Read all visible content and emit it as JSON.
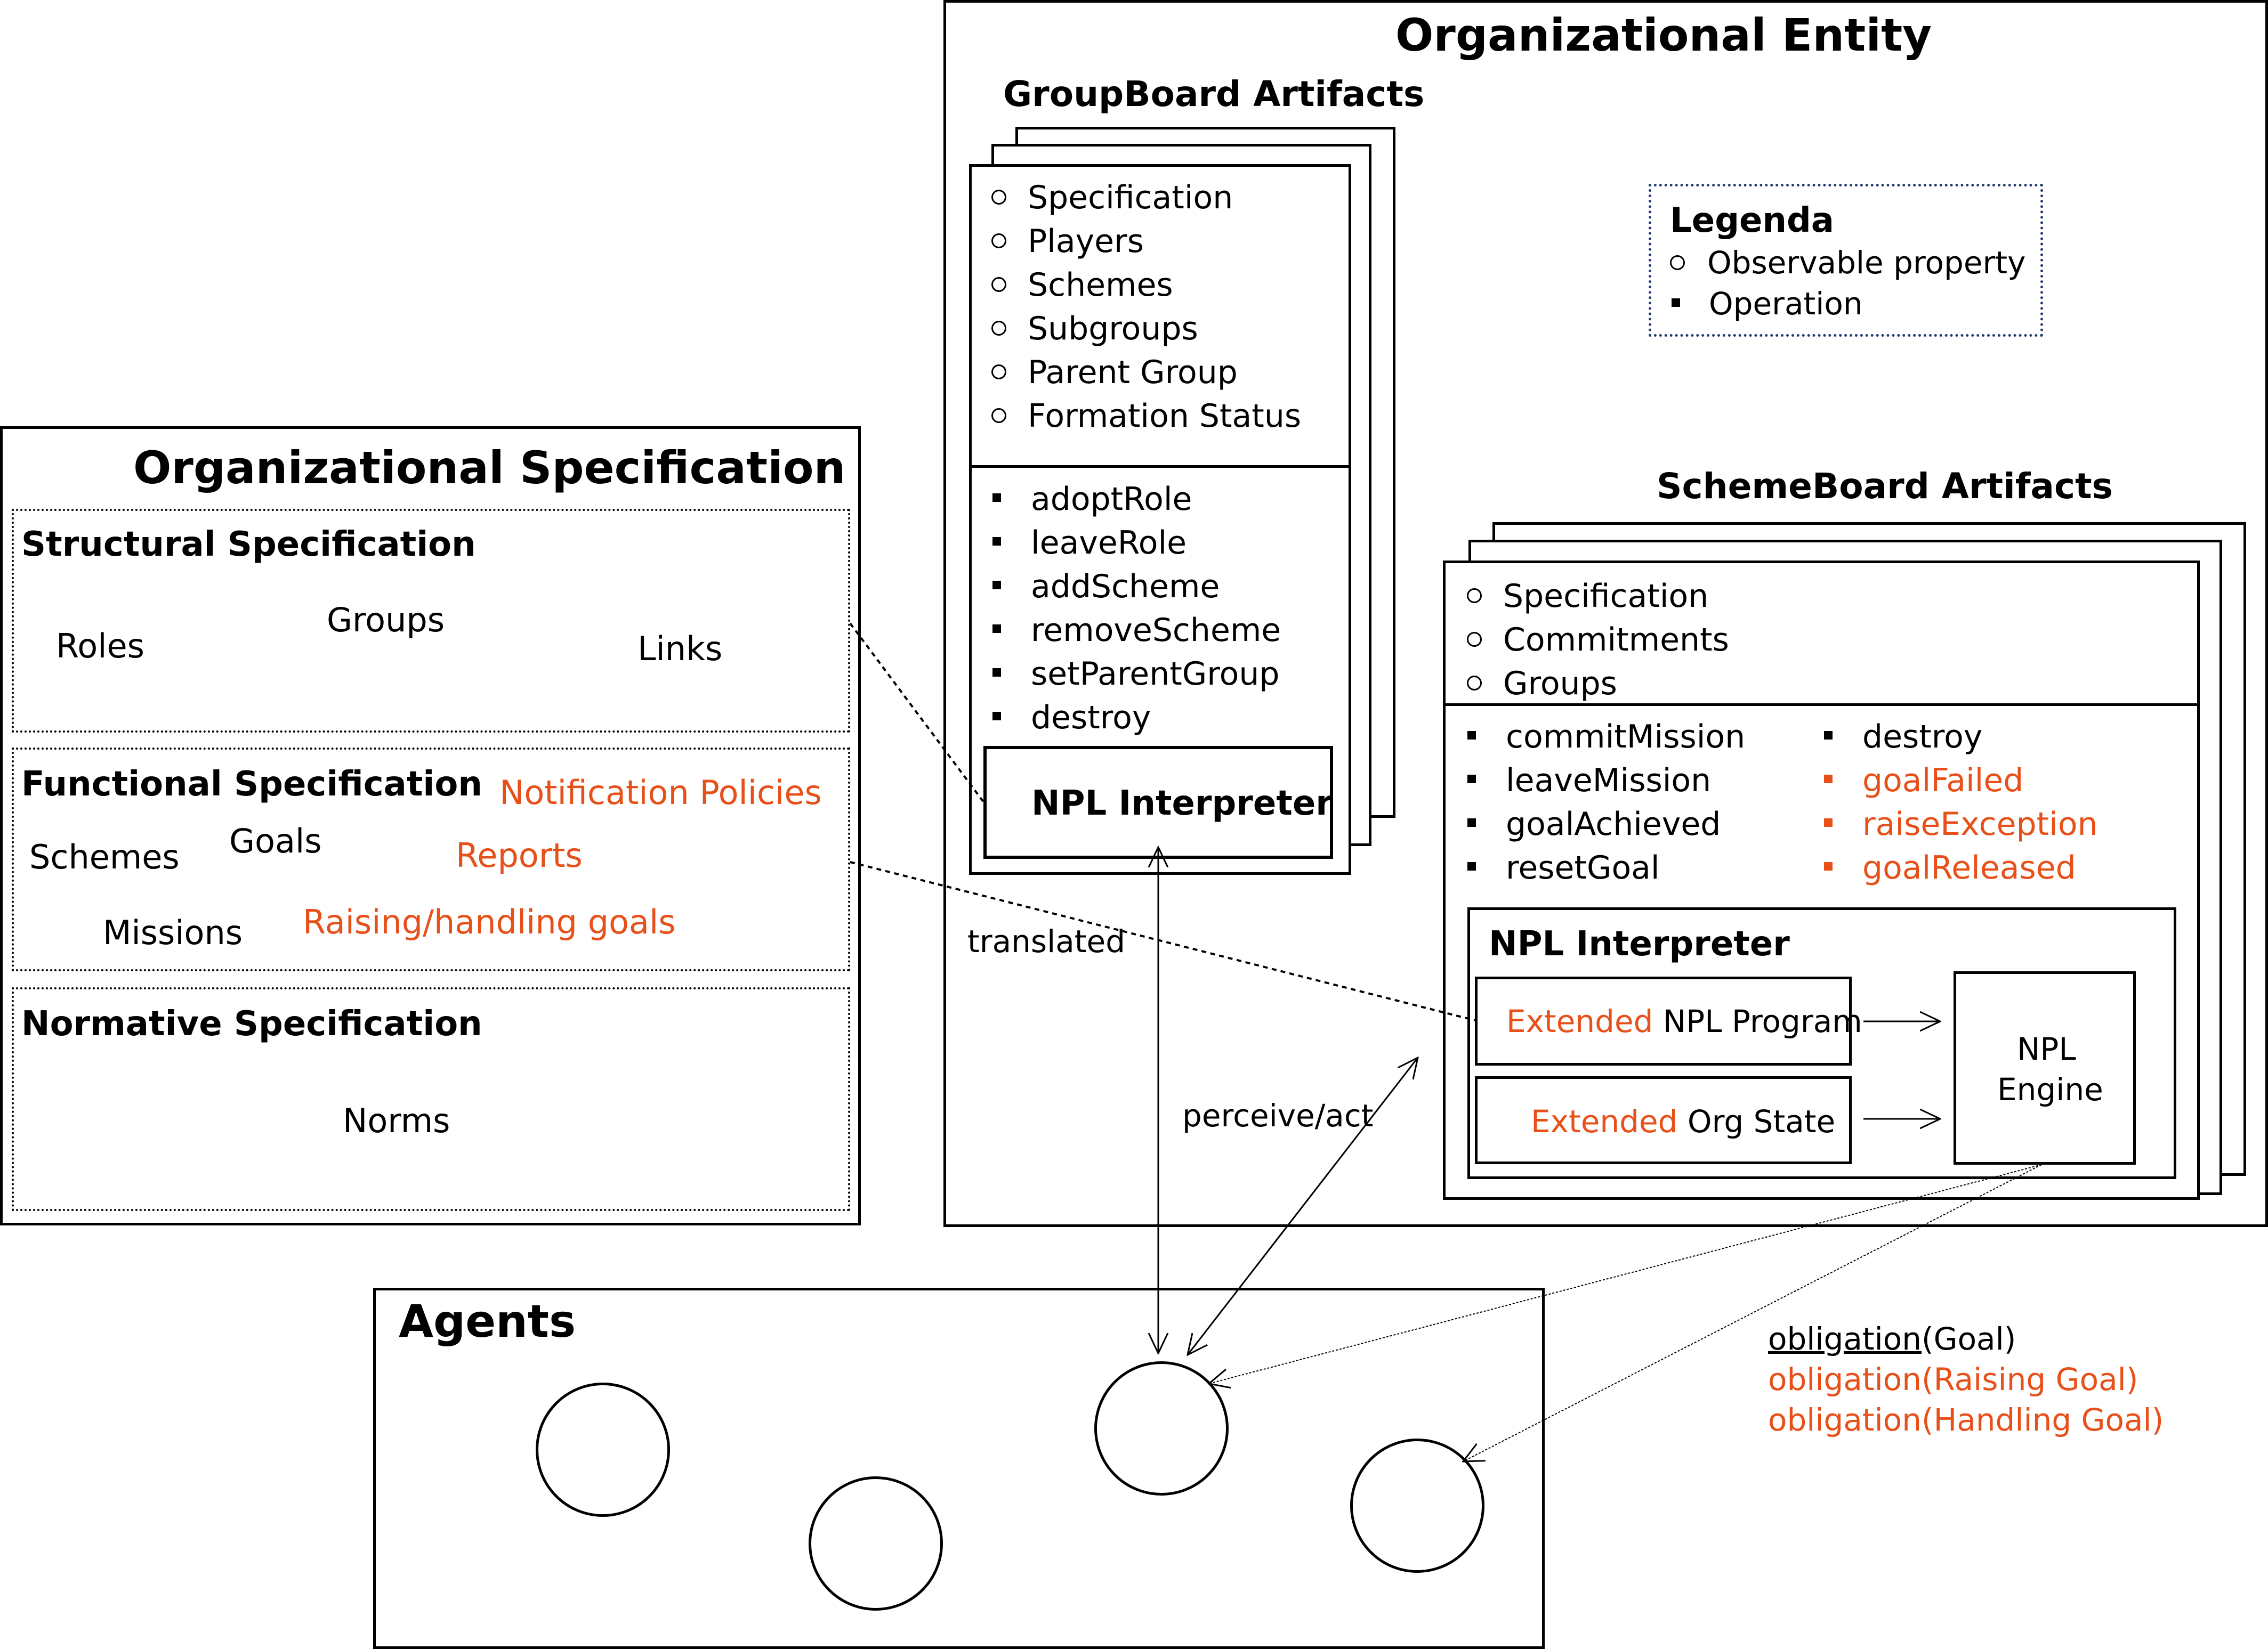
{
  "org_entity": {
    "title": "Organizational Entity"
  },
  "groupboard": {
    "title": "GroupBoard Artifacts",
    "properties": [
      "Specification",
      "Players",
      "Schemes",
      "Subgroups",
      "Parent Group",
      "Formation Status"
    ],
    "operations": [
      "adoptRole",
      "leaveRole",
      "addScheme",
      "removeScheme",
      "setParentGroup",
      "destroy"
    ],
    "interpreter": "NPL Interpreter"
  },
  "legend": {
    "title": "Legenda",
    "observable": "Observable property",
    "operation": "Operation"
  },
  "schemeboard": {
    "title": "SchemeBoard Artifacts",
    "properties": [
      "Specification",
      "Commitments",
      "Groups"
    ],
    "operations_left": [
      "commitMission",
      "leaveMission",
      "goalAchieved",
      "resetGoal"
    ],
    "operations_right": [
      {
        "label": "destroy",
        "extended": false
      },
      {
        "label": "goalFailed",
        "extended": true
      },
      {
        "label": "raiseException",
        "extended": true
      },
      {
        "label": "goalReleased",
        "extended": true
      }
    ],
    "interpreter": {
      "title": "NPL Interpreter",
      "program_prefix": "Extended",
      "program_label": "NPL Program",
      "state_prefix": "Extended",
      "state_label": "Org State",
      "engine_line1": "NPL",
      "engine_line2": "Engine"
    }
  },
  "org_spec": {
    "title": "Organizational Specification",
    "structural": {
      "title": "Structural Specification",
      "roles": "Roles",
      "groups": "Groups",
      "links": "Links"
    },
    "functional": {
      "title": "Functional Specification",
      "notification": "Notification Policies",
      "schemes": "Schemes",
      "goals": "Goals",
      "reports": "Reports",
      "missions": "Missions",
      "raising": "Raising/handling goals"
    },
    "normative": {
      "title": "Normative Specification",
      "norms": "Norms"
    }
  },
  "labels": {
    "translated": "translated",
    "perceive_act": "perceive/act",
    "obligation_word": "obligation",
    "obligation_goal": "(Goal)",
    "obligation_raising": "obligation(Raising Goal)",
    "obligation_handling": "obligation(Handling Goal)"
  },
  "agents": {
    "title": "Agents"
  },
  "colors": {
    "extended": "#E8501A",
    "line": "#000000"
  }
}
